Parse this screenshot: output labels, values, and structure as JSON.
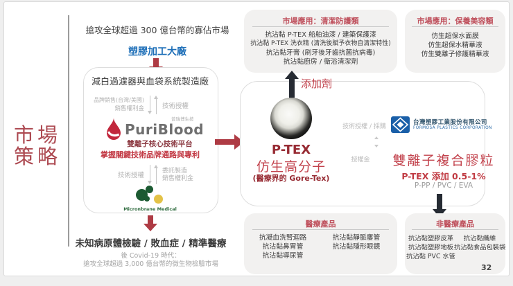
{
  "slide": {
    "page_number": "32",
    "rail_title": {
      "line1": "市場",
      "line2": "策略"
    }
  },
  "left_flow": {
    "headline": "搶攻全球超過 300 億台幣的寡佔市場",
    "partner_label": "塑膠加工大廠",
    "factory": {
      "title": "減白過濾器與血袋系統製造廠",
      "brand_sales_line1": "品牌銷售(台灣/美國)",
      "brand_sales_line2": "銷售權利金",
      "tech_license_top": "技術授權",
      "puriblood": {
        "wordmark": "PuriBlood",
        "company": "普瑞博生技",
        "tagline": "雙離子核心技術平台"
      },
      "highlight": "掌握關鍵技術品牌通路與專利",
      "tech_license_bottom": "技術授權",
      "oem_line1": "委託製造",
      "oem_line2": "銷售權利金",
      "micronbrane": "Micronbrane Medical"
    },
    "outcome": "未知病原體檢驗 / 敗血症 / 精準醫療",
    "covid_note_line1": "後 Covid-19 時代：",
    "covid_note_line2": "搶攻全球超過 3,000 億台幣的微生物檢驗市場"
  },
  "center": {
    "additive_label": "添加劑",
    "ptex": {
      "name": "P-TEX",
      "type": "仿生高分子",
      "note": "(醫療界的 Gore-Tex)"
    },
    "license_label": "技術授權 / 採購",
    "royalty_label": "授權金",
    "formosa": {
      "name_zh": "台灣塑膠工業股份有限公司",
      "name_en": "FORMOSA PLASTICS CORPORATION"
    },
    "compound": {
      "name": "雙離子複合膠粒",
      "dosage": "P-TEX 添加 0.5-1%",
      "materials": "P-PP / PVC / EVA"
    }
  },
  "application_boxes": {
    "cleaning": {
      "title": "市場應用：清潔防護類",
      "items": [
        "抗沾黏 P-TEX 船舶油漆 / 建築保護漆",
        "抗沾黏 P-TEX 洗衣精 (清洗後賦予衣物自清潔特性)",
        "抗沾黏牙膏 (刷牙後牙齒抗菌抗病毒)",
        "抗沾黏廚房 / 衛浴清潔劑"
      ]
    },
    "beauty": {
      "title": "市場應用：保養美容類",
      "items": [
        "仿生超保水面膜",
        "仿生超保水精華液",
        "仿生雙離子修護精華液"
      ]
    },
    "medical": {
      "title": "醫療產品",
      "col1": [
        "抗凝血洗腎迴路",
        "抗沾黏鼻胃管",
        "抗沾黏導尿管"
      ],
      "col2": [
        "抗沾黏靜脈廔管",
        "抗沾黏隱形眼鏡"
      ]
    },
    "non_medical": {
      "title": "非醫療產品",
      "col1": [
        "抗沾黏塑膠皮革",
        "抗沾黏塑膠地板",
        "抗沾黏 PVC 水管"
      ],
      "col2": [
        "抗沾黏纖維",
        "抗沾黏食品包裝袋"
      ]
    }
  },
  "colors": {
    "accent_red": "#b0404a",
    "heading_red": "#c05360",
    "deep_red": "#972b33",
    "blue": "#1e6fb8",
    "formosa_blue": "#1a5fa8",
    "arrow_dark": "#262b33"
  }
}
